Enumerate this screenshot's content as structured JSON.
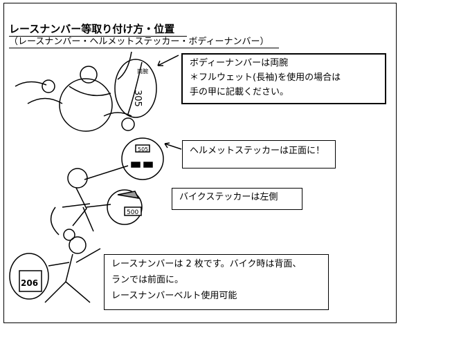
{
  "title": "レースナンバー等取り付け方・位置",
  "subtitle": "（レースナンバー・ヘルメットステッカー・ボディーナンバー）",
  "body_number": {
    "lines": [
      "ボディーナンバーは両腕",
      "＊フルウェット(長袖)を使用の場合は",
      "手の甲に記載ください。"
    ],
    "arm_label": "両腕",
    "number": "305"
  },
  "helmet": {
    "text": "ヘルメットステッカーは正面に！",
    "number": "505"
  },
  "bike": {
    "text": "バイクステッカーは左側",
    "number": "500"
  },
  "race_number": {
    "lines": [
      "レースナンバーは 2 枚です。バイク時は背面、",
      "ランでは前面に。",
      "レースナンバーベルト使用可能"
    ],
    "number": "206"
  }
}
